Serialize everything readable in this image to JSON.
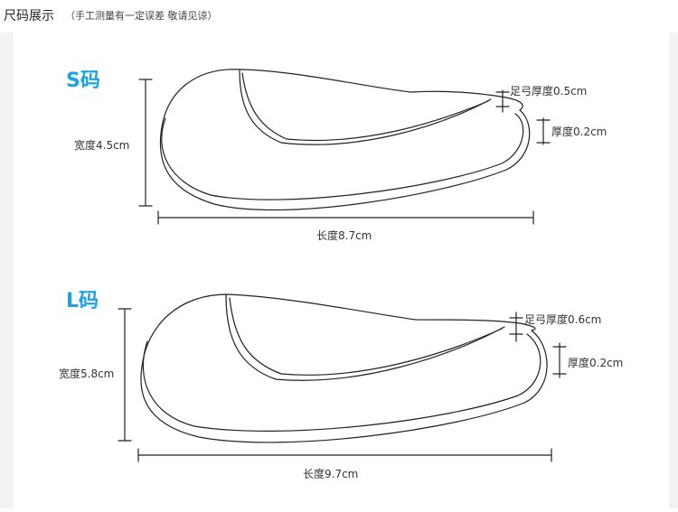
{
  "header": {
    "title": "尺码展示",
    "note": "（手工测量有一定误差 敬请见谅）"
  },
  "sizes": [
    {
      "name": "S码",
      "width_label": "宽度4.5cm",
      "length_label": "长度8.7cm",
      "arch_label": "足弓厚度0.5cm",
      "thickness_label": "厚度0.2cm"
    },
    {
      "name": "L码",
      "width_label": "宽度5.8cm",
      "length_label": "长度9.7cm",
      "arch_label": "足弓厚度0.6cm",
      "thickness_label": "厚度0.2cm"
    }
  ],
  "colors": {
    "accent": "#1aa3e8",
    "line": "#222222",
    "text": "#333333",
    "page": "#ffffff",
    "surround": "#f3f3f3"
  }
}
